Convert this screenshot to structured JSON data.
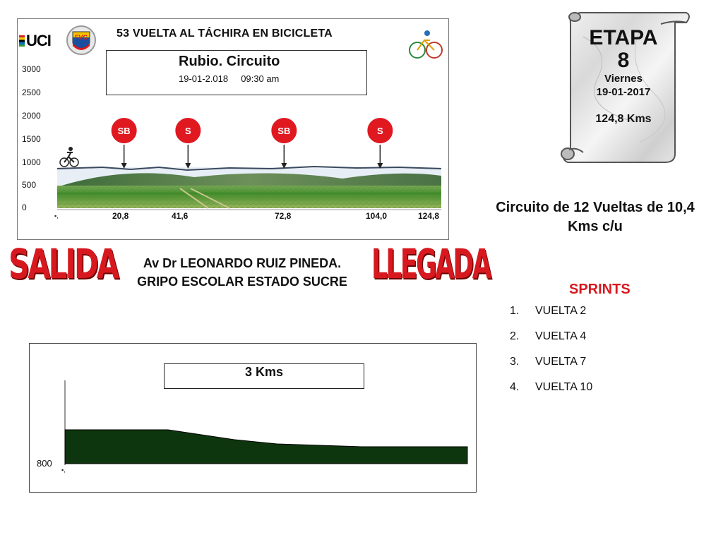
{
  "header": {
    "uci_logo": "UCI",
    "race_title": "53  VUELTA AL TÁCHIRA EN BICICLETA",
    "stage_name": "Rubio. Circuito",
    "stage_date": "19-01-2.018",
    "stage_time": "09:30 am"
  },
  "profile": {
    "y_ticks": [
      "3000",
      "2500",
      "2000",
      "1500",
      "1000",
      "500",
      "0"
    ],
    "x_ticks": [
      "20,8",
      "41,6",
      "72,8",
      "104,0",
      "124,8"
    ],
    "markers": [
      {
        "label": "SB",
        "km": 20.8
      },
      {
        "label": "S",
        "km": 41.6
      },
      {
        "label": "SB",
        "km": 72.8
      },
      {
        "label": "S",
        "km": 104.0
      }
    ],
    "marker_color": "#e0181f"
  },
  "stage": {
    "label": "ETAPA",
    "number": "8",
    "day": "Viernes",
    "date": "19-01-2017",
    "distance": "124,8 Kms"
  },
  "circuit": {
    "description": "Circuito de 12 Vueltas de 10,4 Kms c/u",
    "length_label": "3 Kms",
    "y_label": "800",
    "fill_color": "#0e360e"
  },
  "labels": {
    "salida": "SALIDA",
    "llegada": "LLEGADA",
    "start_address": "Av Dr LEONARDO RUIZ PINEDA. GRIPO ESCOLAR ESTADO SUCRE"
  },
  "sprints": {
    "title": "SPRINTS",
    "items": [
      {
        "num": "1.",
        "label": "VUELTA  2"
      },
      {
        "num": "2.",
        "label": "VUELTA  4"
      },
      {
        "num": "3.",
        "label": "VUELTA  7"
      },
      {
        "num": "4.",
        "label": "VUELTA  10"
      }
    ]
  },
  "colors": {
    "accent_red": "#d7191f",
    "field_green": "#3f8a2a"
  }
}
